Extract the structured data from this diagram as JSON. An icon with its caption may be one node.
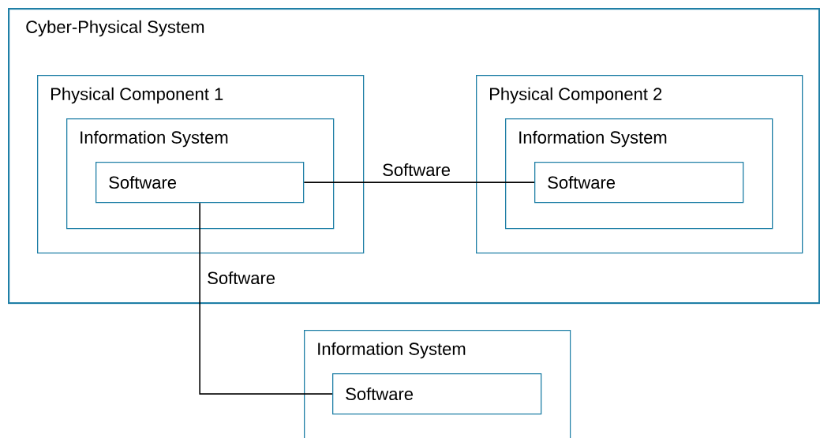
{
  "diagram": {
    "nodes": [
      {
        "text": [
          "Cyber-Physical System"
        ]
      },
      {
        "text": [
          "Physical Component 1"
        ],
        "in": 0
      },
      {
        "text": [
          "Information System"
        ],
        "in": 1
      },
      {
        "text": [
          "Software"
        ],
        "in": 2
      },
      {
        "text": [
          "Physical Component 2"
        ],
        "in": 0
      },
      {
        "text": [
          "Information System"
        ],
        "in": 4
      },
      {
        "text": [
          "Software"
        ],
        "in": 5
      },
      {
        "text": [
          "Information System"
        ]
      },
      {
        "text": [
          "Software"
        ],
        "in": 7
      }
    ],
    "edges": [
      {
        "from": 3,
        "to": 6,
        "arrow": "none",
        "label": "Software"
      },
      {
        "from": 3,
        "to": 8,
        "arrow": "none",
        "label": "Software"
      }
    ]
  }
}
